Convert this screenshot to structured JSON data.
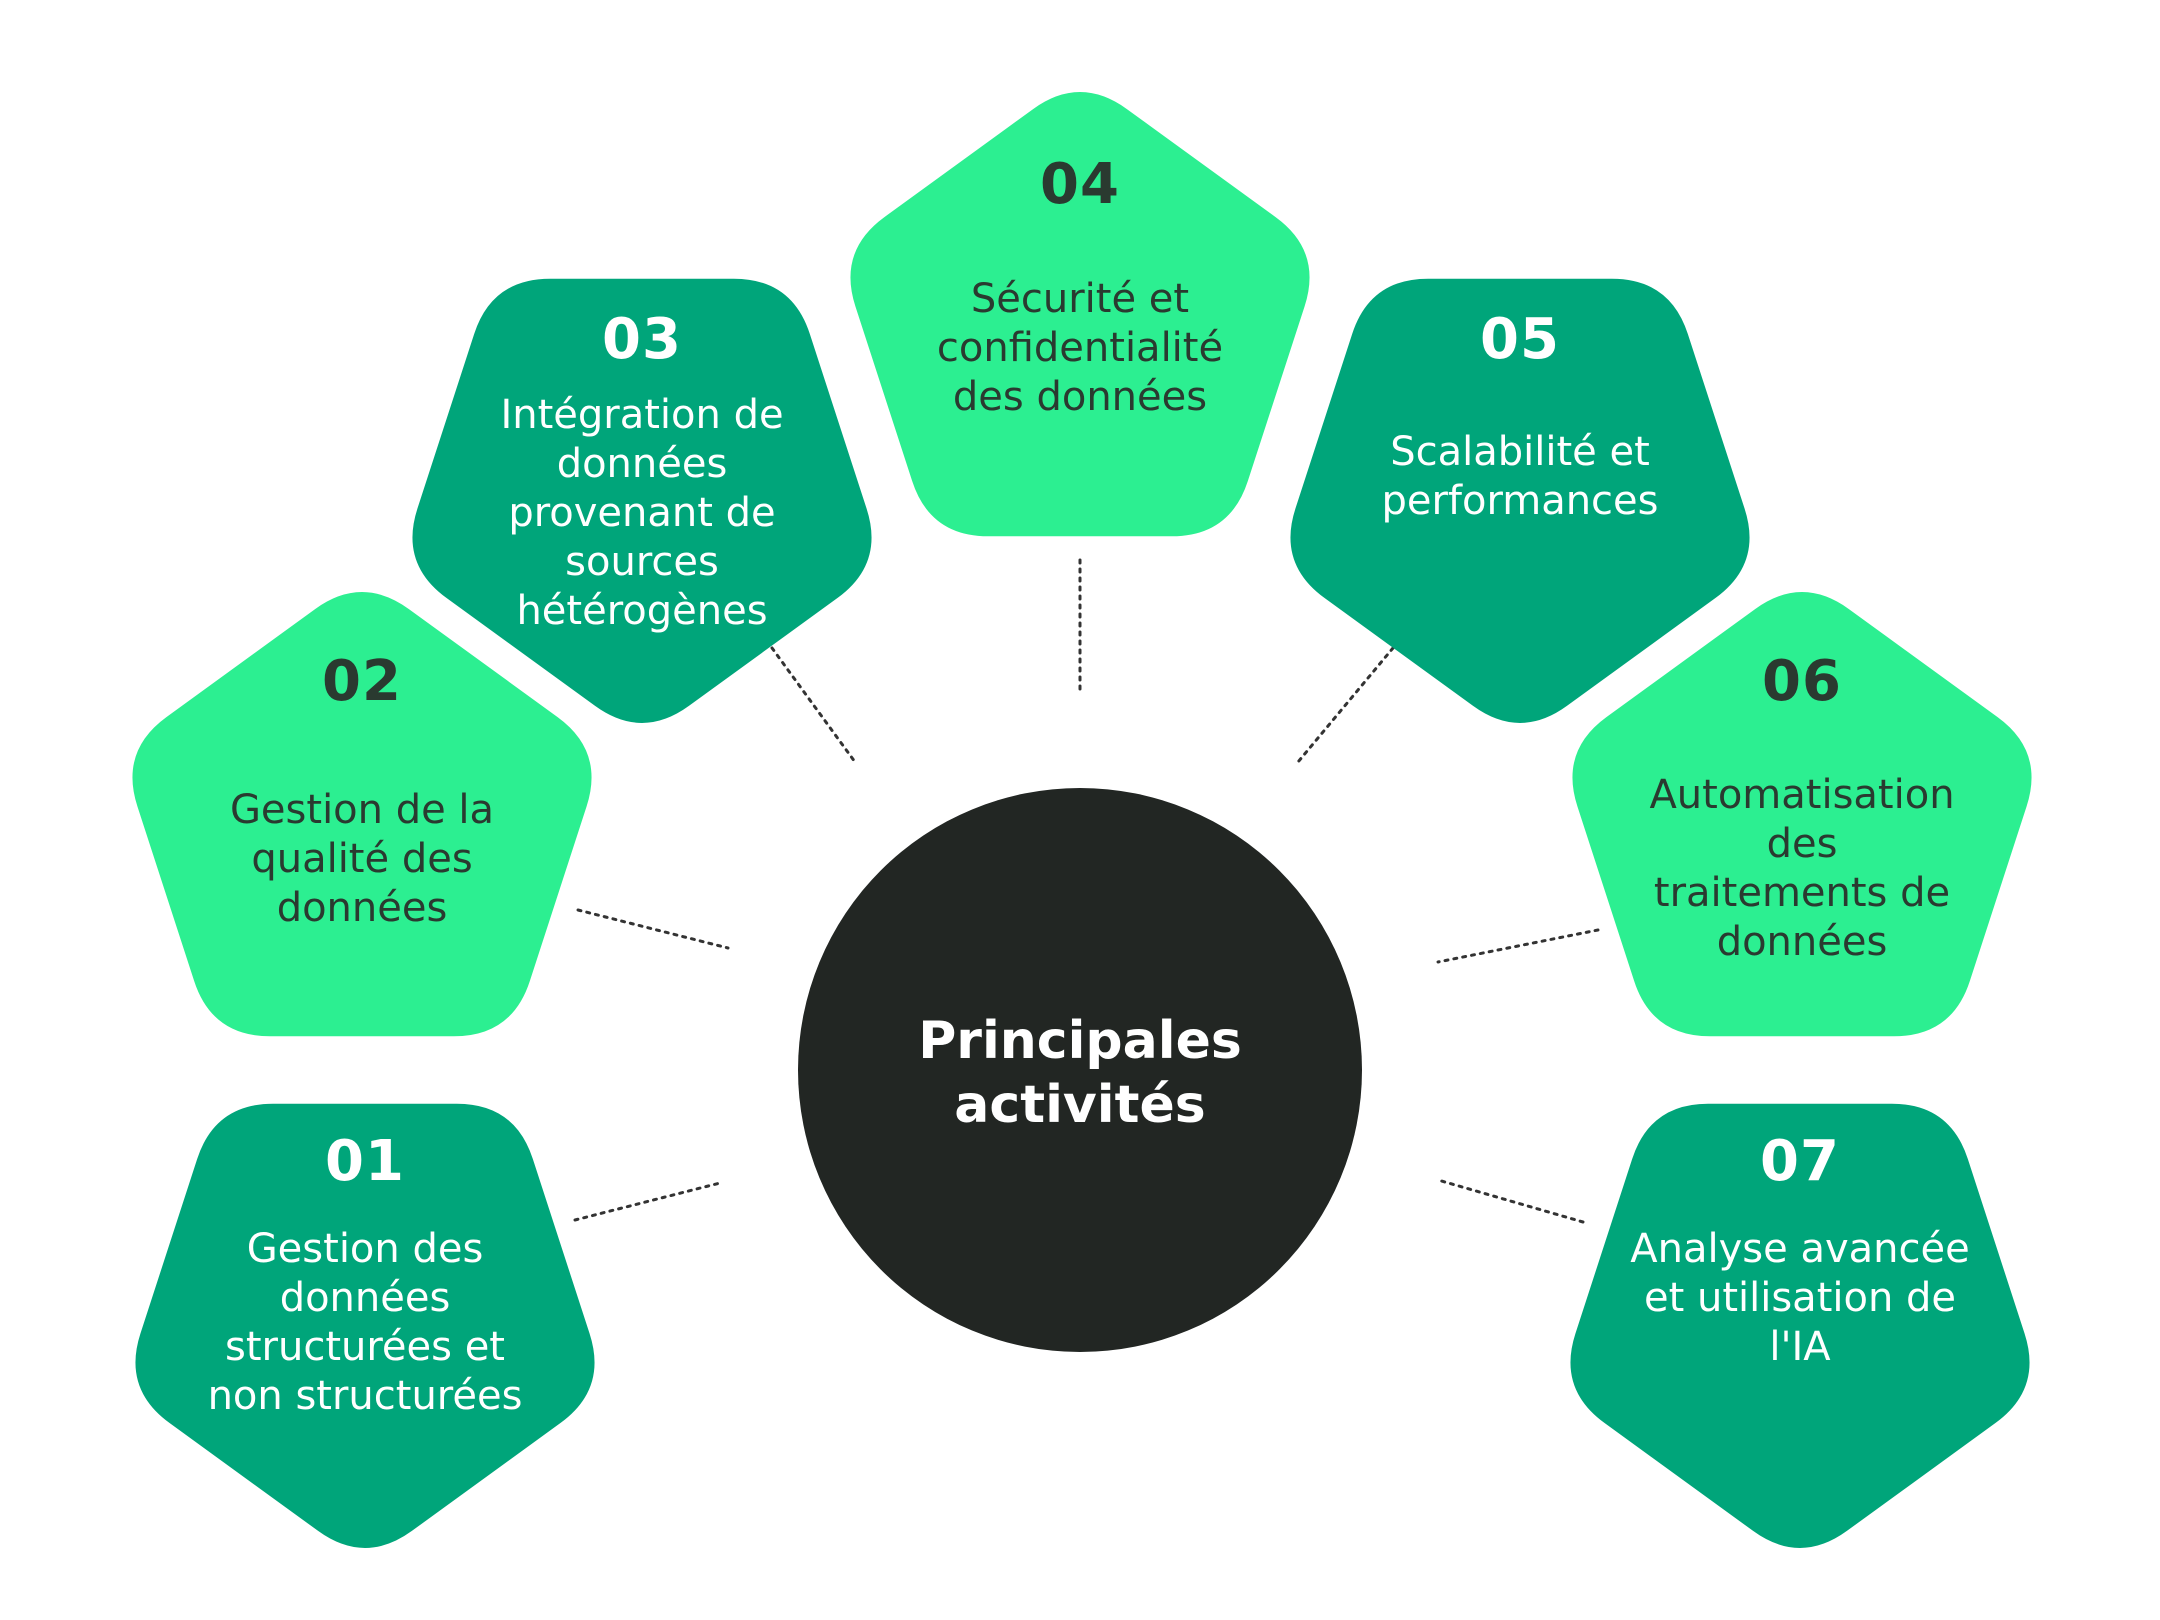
{
  "colors": {
    "dark_green": "#00A57A",
    "light_green": "#2CEF91",
    "center": "#222623",
    "text_on_dark": "#ffffff",
    "text_on_light": "#2a3a30"
  },
  "center": {
    "lines": [
      "Principales",
      "activités"
    ]
  },
  "activities": [
    {
      "number": "01",
      "lines": [
        "Gestion des",
        "données",
        "structurées et",
        "non structurées"
      ],
      "tone": "dark"
    },
    {
      "number": "02",
      "lines": [
        "Gestion de la",
        "qualité des",
        "données"
      ],
      "tone": "light"
    },
    {
      "number": "03",
      "lines": [
        "Intégration de",
        "données",
        "provenant de",
        "sources",
        "hétérogènes"
      ],
      "tone": "dark"
    },
    {
      "number": "04",
      "lines": [
        "Sécurité et",
        "confidentialité",
        "des données"
      ],
      "tone": "light"
    },
    {
      "number": "05",
      "lines": [
        "Scalabilité et",
        "performances"
      ],
      "tone": "dark"
    },
    {
      "number": "06",
      "lines": [
        "Automatisation",
        "des",
        "traitements de",
        "données"
      ],
      "tone": "light"
    },
    {
      "number": "07",
      "lines": [
        "Analyse avancée",
        "et utilisation de",
        "l'IA"
      ],
      "tone": "dark"
    }
  ]
}
